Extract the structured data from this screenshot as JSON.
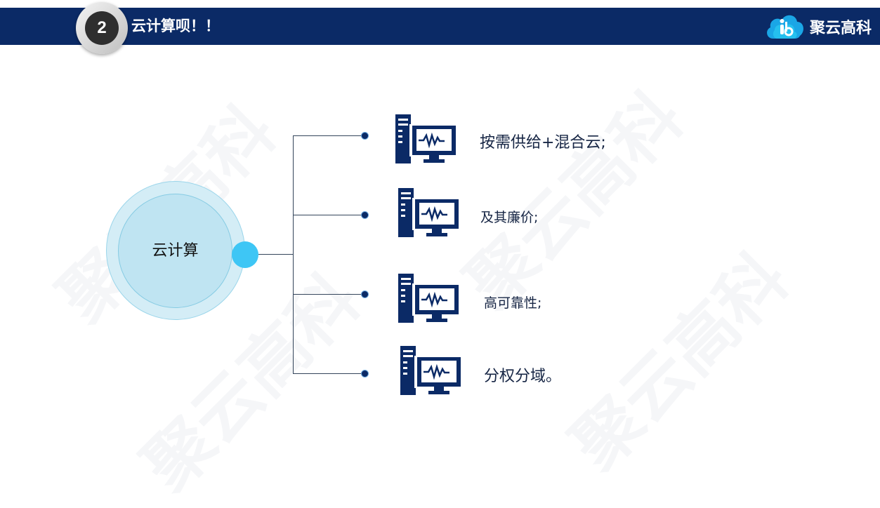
{
  "header": {
    "section_number": "2",
    "title": "云计算呗！！",
    "brand_name": "聚云高科"
  },
  "watermark_text": "聚云高科",
  "diagram": {
    "center_label": "云计算",
    "items": [
      {
        "label": "按需供给+混合云;"
      },
      {
        "label": "及其廉价;"
      },
      {
        "label": "高可靠性;"
      },
      {
        "label": "分权分域。"
      }
    ]
  },
  "colors": {
    "header_bg": "#0b2a66",
    "icon_color": "#0b2a66",
    "accent": "#3ec6f5",
    "circle_fill": "#bfe4f2"
  },
  "icons": {
    "brand": "cloud-logo-icon",
    "item": "server-monitor-icon"
  }
}
